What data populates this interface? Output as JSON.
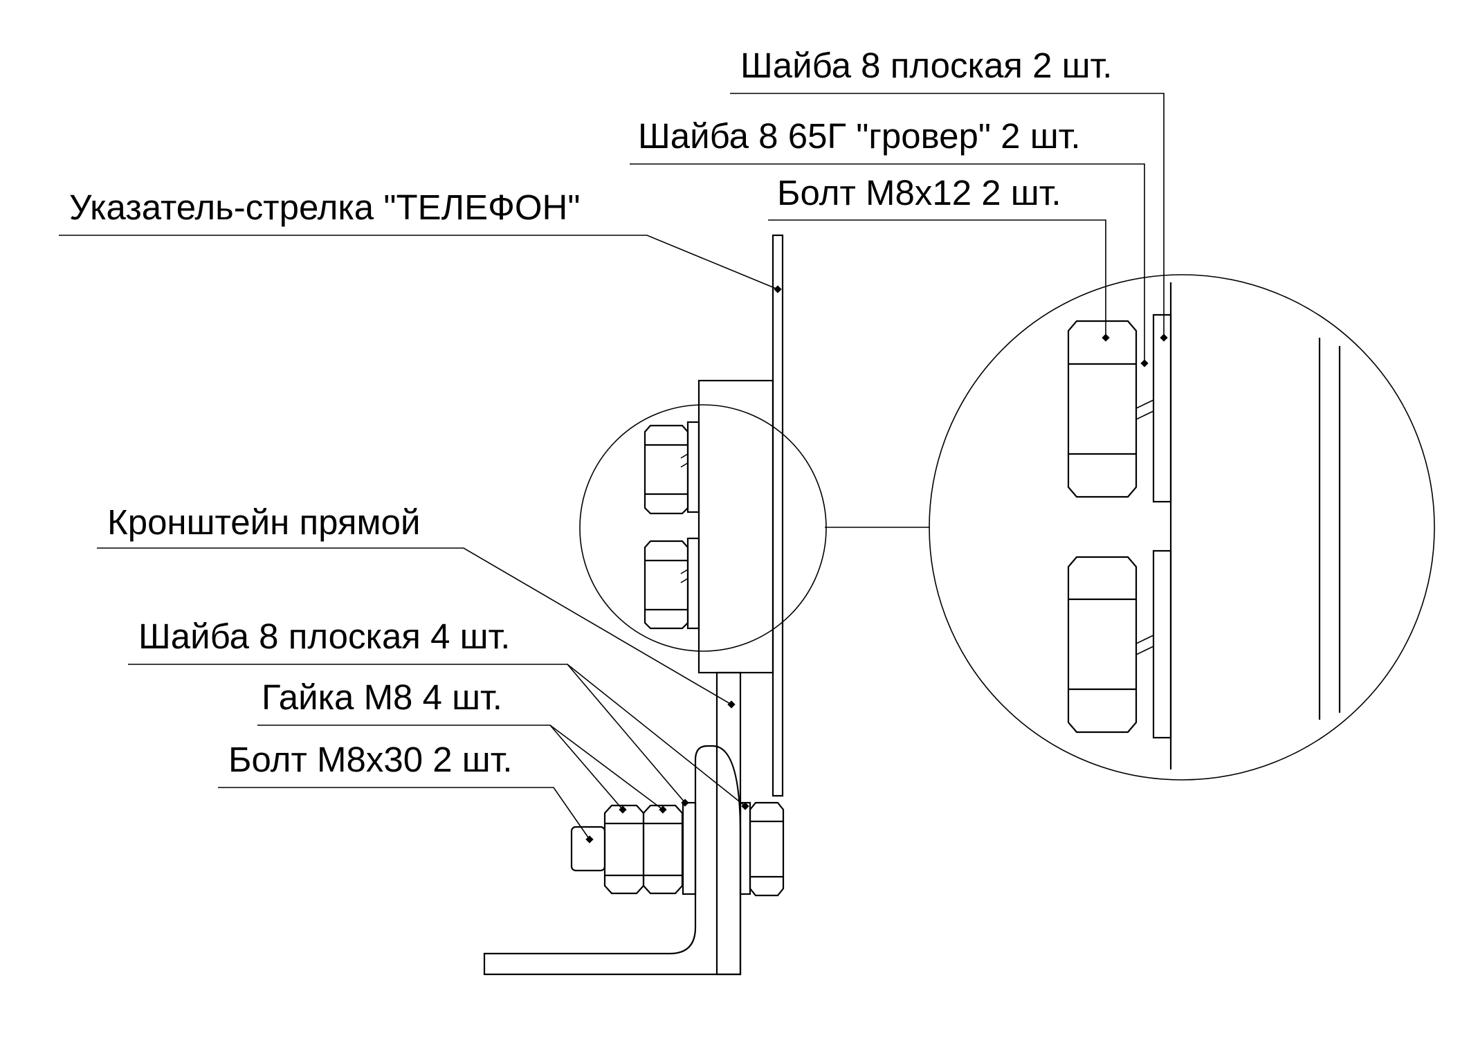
{
  "labels": {
    "washer_flat_2": "Шайба 8 плоская 2 шт.",
    "washer_grover_2": "Шайба 8 65Г \"гровер\" 2 шт.",
    "bolt_m8x12": "Болт М8х12 2 шт.",
    "sign_arrow": "Указатель-стрелка \"ТЕЛЕФОН\"",
    "bracket": "Кронштейн прямой",
    "washer_flat_4": "Шайба 8 плоская 4 шт.",
    "nut_m8": "Гайка М8 4 шт.",
    "bolt_m8x30": "Болт М8х30 2 шт."
  },
  "colors": {
    "line": "#000000",
    "background": "#ffffff"
  }
}
